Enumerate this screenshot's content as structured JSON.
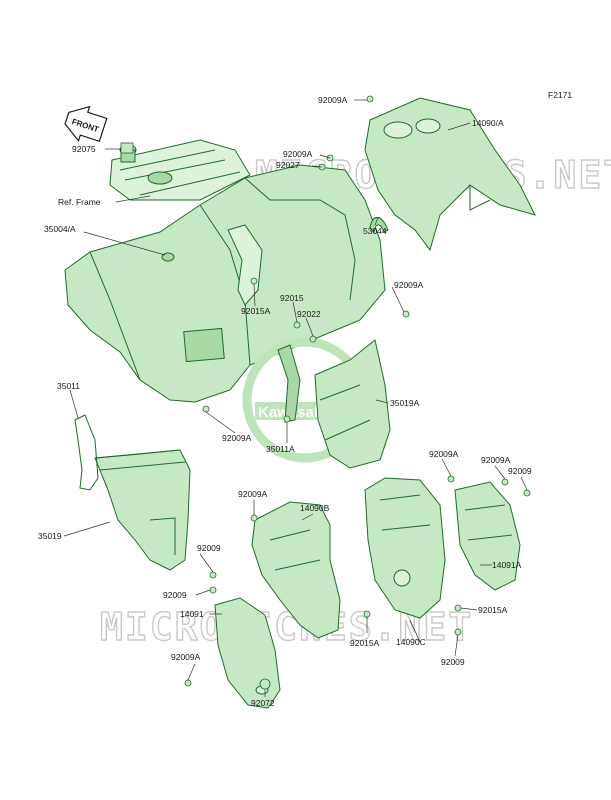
{
  "figure_code": "F2171",
  "front_arrow_label": "FRONT",
  "watermark": "MICROFICHES.NET",
  "logo_text": "Kawasaki",
  "labels": {
    "92075": "92075",
    "ref_frame": "Ref. Frame",
    "35004A": "35004/A",
    "35011": "35011",
    "35019": "35019",
    "92009A_top": "92009A",
    "14090A": "14090/A",
    "92009A_mid": "92009A",
    "92027": "92027",
    "53044": "53044",
    "92009A_right": "92009A",
    "92015": "92015",
    "92015A_left": "92015A",
    "92022": "92022",
    "35019A": "35019A",
    "92009A_lower": "92009A",
    "35011A": "35011A",
    "92009A_r1": "92009A",
    "92009A_r2": "92009A",
    "92009_r": "92009",
    "92009A_c": "92009A",
    "14090B": "14090B",
    "92009_l1": "92009",
    "92009_l2": "92009",
    "14091": "14091",
    "14091A": "14091A",
    "92015A_r": "92015A",
    "92015A_c": "92015A",
    "14090C": "14090C",
    "92009_b": "92009",
    "92009A_b": "92009A",
    "92072": "92072"
  },
  "colors": {
    "part_fill": "#c7e8c4",
    "part_outline": "#1f6b2a",
    "label_text": "#1a1a1a",
    "watermark": "#c9c9c9"
  }
}
